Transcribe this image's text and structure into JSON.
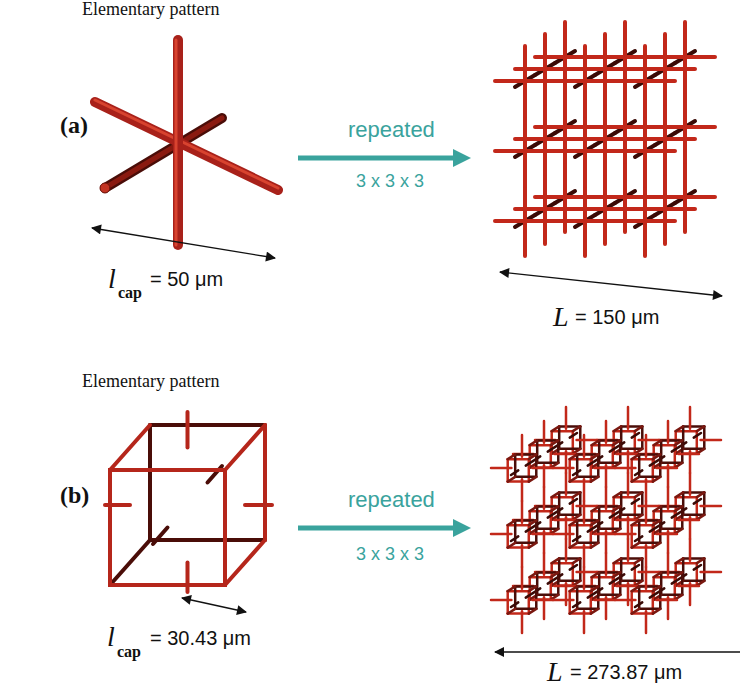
{
  "diagram": {
    "labels": [
      "Elementary pattern",
      "(a)",
      "repeated",
      "3 x 3 x 3",
      "l",
      "cap",
      "= 50 μm",
      "L",
      "= 150 μm",
      "Elementary pattern",
      "(b)",
      "repeated",
      "3 x 3 x 3",
      "l",
      "cap",
      "= 30.43 μm",
      "L",
      "= 273.87 μm"
    ]
  }
}
